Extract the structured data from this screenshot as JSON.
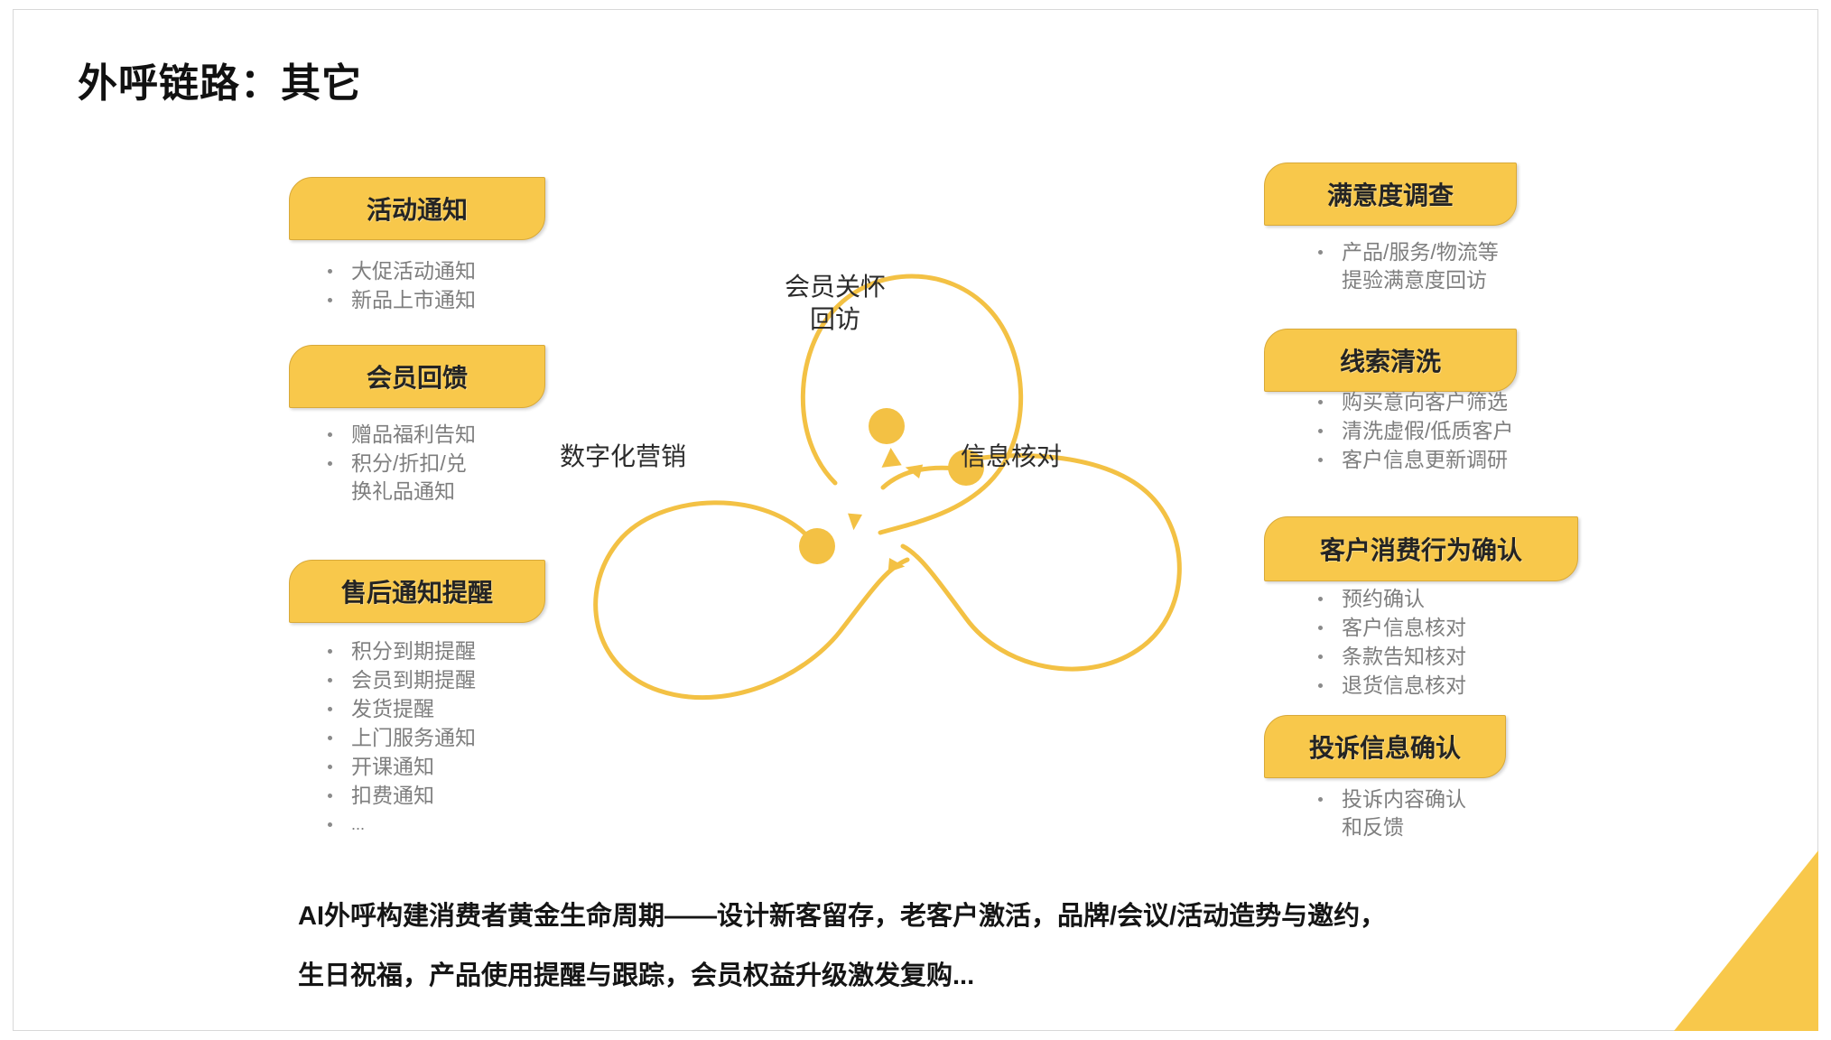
{
  "slide": {
    "title": "外呼链路：其它",
    "accent_color": "#f8c84b",
    "accent_border_color": "#d8a93a",
    "caption_line1": "AI外呼构建消费者黄金生命周期——设计新客留存，老客户激活，品牌/会议/活动造势与邀约，",
    "caption_line2": "生日祝福，产品使用提醒与跟踪，会员权益升级激发复购..."
  },
  "left_column": [
    {
      "tag": "活动通知",
      "bullets": [
        "大促活动通知",
        "新品上市通知"
      ]
    },
    {
      "tag": "会员回馈",
      "bullets": [
        "赠品福利告知",
        "积分/折扣/兑\n换礼品通知"
      ]
    },
    {
      "tag": "售后通知提醒",
      "bullets": [
        "积分到期提醒",
        "会员到期提醒",
        "发货提醒",
        "上门服务通知",
        "开课通知",
        "扣费通知",
        "..."
      ]
    }
  ],
  "right_column": [
    {
      "tag": "满意度调查",
      "bullets": [
        "产品/服务/物流等\n提验满意度回访"
      ]
    },
    {
      "tag": "线索清洗",
      "bullets": [
        "购买意向客户筛选",
        "清洗虚假/低质客户",
        "客户信息更新调研"
      ]
    },
    {
      "tag": "客户消费行为确认",
      "bullets": [
        "预约确认",
        "客户信息核对",
        "条款告知核对",
        "退货信息核对"
      ]
    },
    {
      "tag": "投诉信息确认",
      "bullets": [
        "投诉内容确认\n和反馈"
      ]
    }
  ],
  "diagram": {
    "nodes": [
      {
        "id": "top",
        "label": "会员关怀\n回访"
      },
      {
        "id": "left",
        "label": "数字化营销"
      },
      {
        "id": "right",
        "label": "信息核对"
      }
    ]
  }
}
